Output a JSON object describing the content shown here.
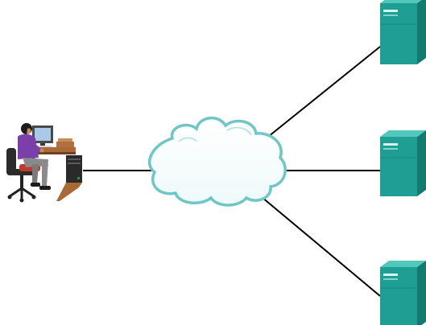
{
  "diagram": {
    "type": "network-topology",
    "nodes": [
      {
        "id": "user-workstation",
        "icon": "person-at-computer-icon"
      },
      {
        "id": "network-cloud",
        "icon": "cloud-icon"
      },
      {
        "id": "server-top",
        "icon": "server-tower-icon"
      },
      {
        "id": "server-middle",
        "icon": "server-tower-icon"
      },
      {
        "id": "server-bottom",
        "icon": "server-tower-icon"
      }
    ],
    "links": [
      {
        "from": "user-workstation",
        "to": "network-cloud"
      },
      {
        "from": "network-cloud",
        "to": "server-top"
      },
      {
        "from": "network-cloud",
        "to": "server-middle"
      },
      {
        "from": "network-cloud",
        "to": "server-bottom"
      }
    ]
  },
  "colors": {
    "link": "#000000",
    "cloud_fill": "#ffffff",
    "cloud_outline": "#6fc6c6",
    "server_front": "#1f9e93",
    "server_side": "#137a72",
    "server_top": "#52c7bc",
    "shirt": "#7a3fa8",
    "desk": "#a86a36",
    "pc_tower": "#2a2a2a"
  }
}
